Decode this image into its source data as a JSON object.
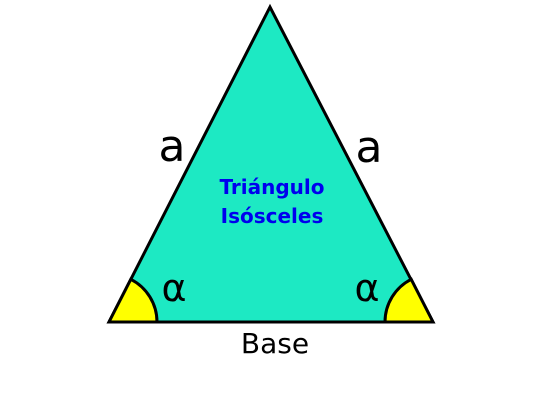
{
  "triangle": {
    "fill_color": "#1de9c3",
    "stroke_color": "#000000",
    "angle_fill_color": "#ffff00",
    "title_color": "#0000ee"
  },
  "labels": {
    "left_side": "a",
    "right_side": "a",
    "left_angle": "α",
    "right_angle": "α",
    "base": "Base",
    "title_line1": "Triángulo",
    "title_line2": "Isósceles"
  }
}
